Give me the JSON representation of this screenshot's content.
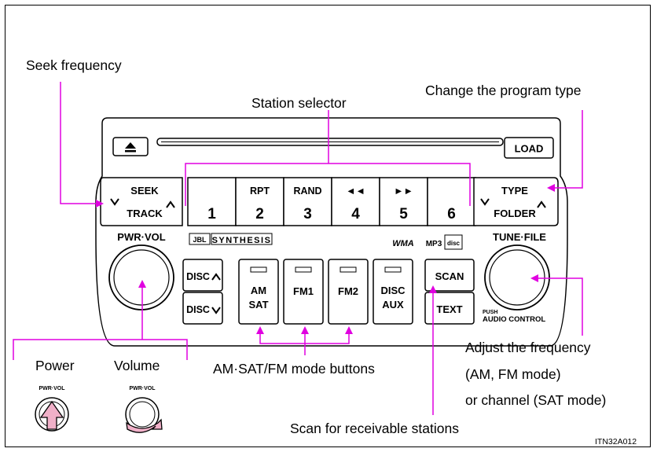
{
  "callouts": {
    "seek_frequency": "Seek frequency",
    "station_selector": "Station selector",
    "change_program_type": "Change the program type",
    "power": "Power",
    "volume": "Volume",
    "mode_buttons": "AM·SAT/FM mode buttons",
    "adjust_line1": "Adjust the frequency",
    "adjust_line2": "(AM, FM mode)",
    "adjust_line3": "or channel (SAT mode)",
    "scan_receivable": "Scan for receivable stations"
  },
  "figure_code": "ITN32A012",
  "panel": {
    "eject_icon": "eject-icon",
    "load": "LOAD",
    "seek": "SEEK",
    "track": "TRACK",
    "type": "TYPE",
    "folder": "FOLDER",
    "presets": [
      {
        "top": "",
        "num": "1"
      },
      {
        "top": "RPT",
        "num": "2"
      },
      {
        "top": "RAND",
        "num": "3"
      },
      {
        "top": "◄◄",
        "num": "4"
      },
      {
        "top": "►►",
        "num": "5"
      },
      {
        "top": "",
        "num": "6"
      }
    ],
    "pwr_vol": "PWR·VOL",
    "tune_file": "TUNE·FILE",
    "jbl_badge": "JBL",
    "synthesis": "SYNTHESIS",
    "wma": "WMA",
    "mp3": "MP3",
    "disc_logo": "disc",
    "disc_up": "DISC",
    "disc_down": "DISC",
    "am": "AM",
    "sat": "SAT",
    "fm1": "FM1",
    "fm2": "FM2",
    "disc": "DISC",
    "aux": "AUX",
    "scan": "SCAN",
    "text": "TEXT",
    "push": "PUSH",
    "audio_control": "AUDIO CONTROL",
    "small_pwr_vol_1": "PWR·VOL",
    "small_pwr_vol_2": "PWR·VOL"
  },
  "colors": {
    "callout_line": "#e000e0",
    "arrow_fill": "#f0b0c8",
    "panel_line": "#000000"
  }
}
